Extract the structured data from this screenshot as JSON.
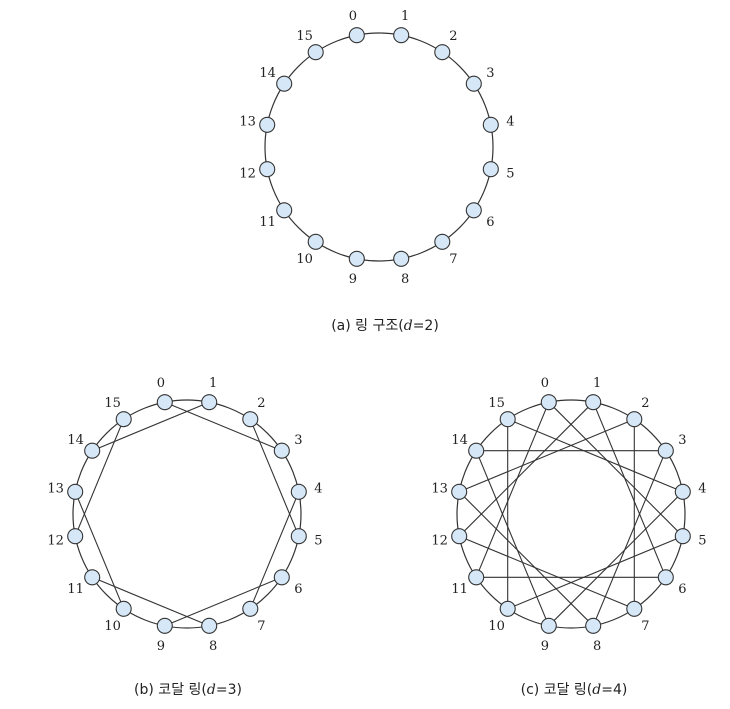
{
  "colors": {
    "node_fill": "#d6e8f7",
    "stroke": "#333333",
    "text": "#222222"
  },
  "node_count": 16,
  "diagrams": [
    {
      "id": "ring",
      "caption_prefix": "(a) 링 구조(",
      "caption_var": "d",
      "caption_suffix": "=2)",
      "chord_step": 0,
      "labels": [
        "0",
        "1",
        "2",
        "3",
        "4",
        "5",
        "6",
        "7",
        "8",
        "9",
        "10",
        "11",
        "12",
        "13",
        "14",
        "15"
      ]
    },
    {
      "id": "chordal3",
      "caption_prefix": "(b) 코달 링(",
      "caption_var": "d",
      "caption_suffix": "=3)",
      "chord_step": 3,
      "labels": [
        "0",
        "1",
        "2",
        "3",
        "4",
        "5",
        "6",
        "7",
        "8",
        "9",
        "10",
        "11",
        "12",
        "13",
        "14",
        "15"
      ]
    },
    {
      "id": "chordal4",
      "caption_prefix": "(c) 코달 링(",
      "caption_var": "d",
      "caption_suffix": "=4)",
      "chord_step": 5,
      "labels": [
        "0",
        "1",
        "2",
        "3",
        "4",
        "5",
        "6",
        "7",
        "8",
        "9",
        "10",
        "11",
        "12",
        "13",
        "14",
        "15"
      ]
    }
  ]
}
